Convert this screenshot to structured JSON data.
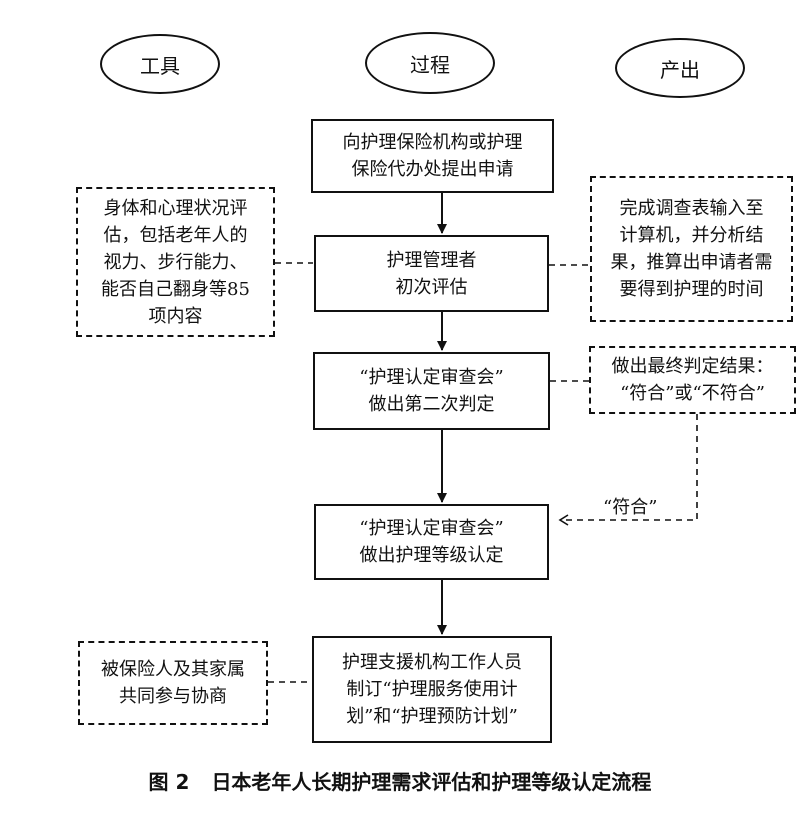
{
  "headers": {
    "tools": "工具",
    "process": "过程",
    "output": "产出"
  },
  "process_steps": [
    {
      "lines": [
        "向护理保险机构或护理",
        "保险代办处提出申请"
      ]
    },
    {
      "lines": [
        "护理管理者",
        "初次评估"
      ]
    },
    {
      "lines": [
        "“护理认定审查会”",
        "做出第二次判定"
      ]
    },
    {
      "lines": [
        "“护理认定审查会”",
        "做出护理等级认定"
      ]
    },
    {
      "lines": [
        "护理支援机构工作人员",
        "制订“护理服务使用计",
        "划”和“护理预防计划”"
      ]
    }
  ],
  "tool_notes": [
    {
      "lines": [
        "身体和心理状况评",
        "估，包括老年人的",
        "视力、步行能力、",
        "能否自己翻身等85",
        "项内容"
      ]
    },
    {
      "lines": [
        "被保险人及其家属",
        "共同参与协商"
      ]
    }
  ],
  "output_notes": [
    {
      "lines": [
        "完成调查表输入至",
        "计算机，并分析结",
        "果，推算出申请者需",
        "要得到护理的时间"
      ]
    },
    {
      "lines": [
        "做出最终判定结果：",
        "“符合”或“不符合”"
      ]
    }
  ],
  "feedback_label": "“符合”",
  "caption": {
    "number": "图 2",
    "title": "日本老年人长期护理需求评估和护理等级认定流程"
  }
}
